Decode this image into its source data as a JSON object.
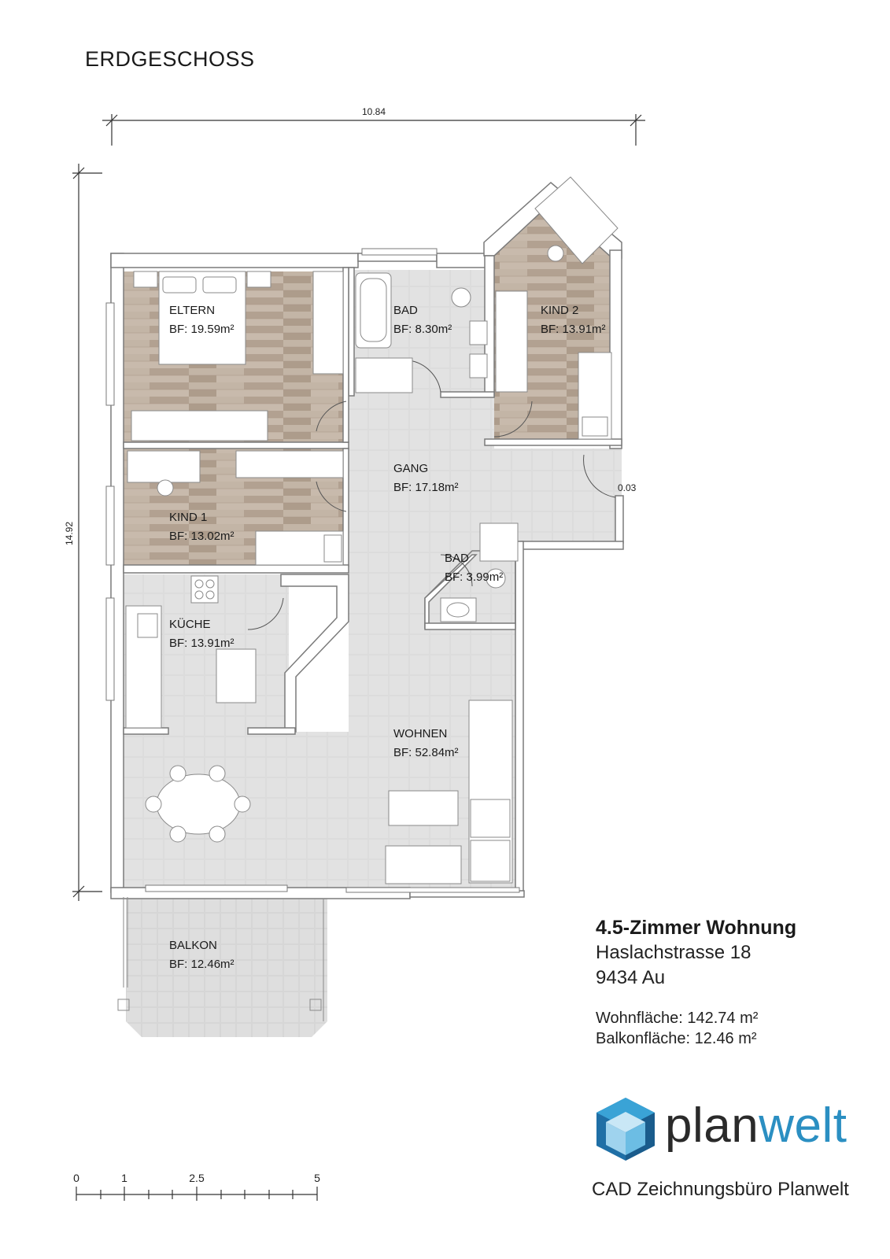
{
  "floor": {
    "title": "ERDGESCHOSS"
  },
  "dimensions": {
    "width": "10.84",
    "height": "14.92",
    "small": "0.03"
  },
  "rooms": [
    {
      "name": "ELTERN",
      "area": "BF: 19.59m²"
    },
    {
      "name": "BAD",
      "area": "BF: 8.30m²"
    },
    {
      "name": "KIND 2",
      "area": "BF: 13.91m²"
    },
    {
      "name": "GANG",
      "area": "BF: 17.18m²"
    },
    {
      "name": "KIND 1",
      "area": "BF: 13.02m²"
    },
    {
      "name": "BAD",
      "area": "BF: 3.99m²"
    },
    {
      "name": "KÜCHE",
      "area": "BF: 13.91m²"
    },
    {
      "name": "WOHNEN",
      "area": "BF: 52.84m²"
    },
    {
      "name": "BALKON",
      "area": "BF: 12.46m²"
    }
  ],
  "info": {
    "type": "4.5-Zimmer Wohnung",
    "street": "Haslachstrasse 18",
    "city": "9434 Au",
    "living_area": "Wohnfläche: 142.74 m²",
    "balcony_area": "Balkonfläche: 12.46 m²"
  },
  "logo": {
    "part1": "plan",
    "part2": "welt",
    "icon": "cube-logo-icon"
  },
  "company": "CAD Zeichnungsbüro Planwelt",
  "scale": {
    "ticks": [
      "0",
      "1",
      "2.5",
      "5"
    ]
  },
  "colors": {
    "wall": "#9b9b9b",
    "tile": "#dedede",
    "wood": "#b8a898",
    "accent": "#2b8fc2"
  }
}
